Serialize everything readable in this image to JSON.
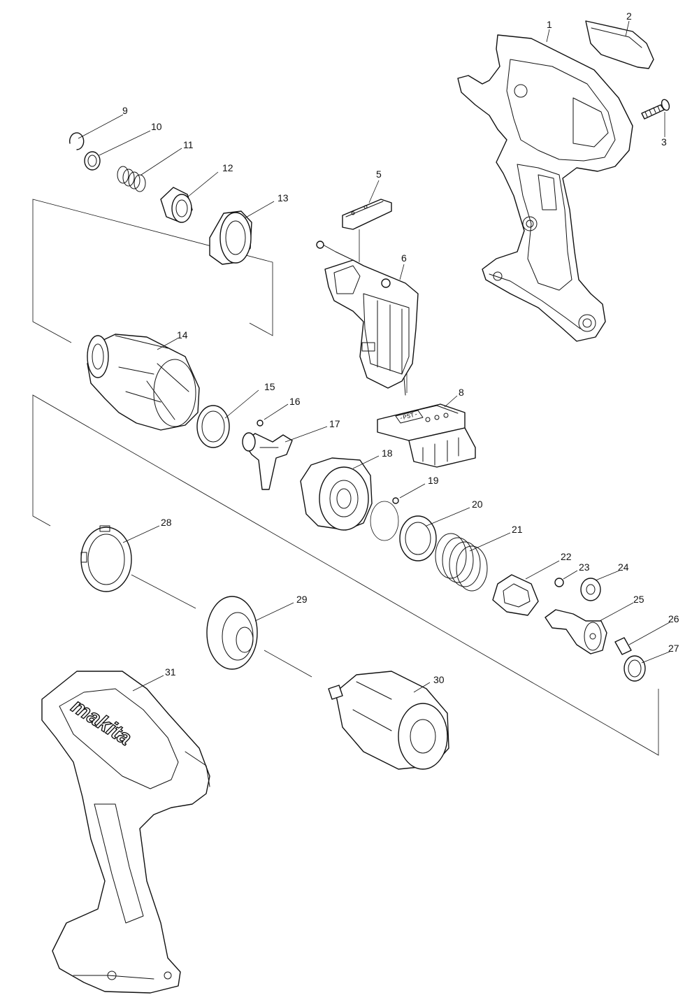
{
  "diagram": {
    "brand_text": "makita",
    "lcd_text": "-PST-",
    "callouts": [
      {
        "id": "p1",
        "label": "1"
      },
      {
        "id": "p2",
        "label": "2"
      },
      {
        "id": "p3",
        "label": "3"
      },
      {
        "id": "p5",
        "label": "5"
      },
      {
        "id": "p6",
        "label": "6"
      },
      {
        "id": "p8",
        "label": "8"
      },
      {
        "id": "p9",
        "label": "9"
      },
      {
        "id": "p10",
        "label": "10"
      },
      {
        "id": "p11",
        "label": "11"
      },
      {
        "id": "p12",
        "label": "12"
      },
      {
        "id": "p13",
        "label": "13"
      },
      {
        "id": "p14",
        "label": "14"
      },
      {
        "id": "p15",
        "label": "15"
      },
      {
        "id": "p16",
        "label": "16"
      },
      {
        "id": "p17",
        "label": "17"
      },
      {
        "id": "p18",
        "label": "18"
      },
      {
        "id": "p19",
        "label": "19"
      },
      {
        "id": "p20",
        "label": "20"
      },
      {
        "id": "p21",
        "label": "21"
      },
      {
        "id": "p22",
        "label": "22"
      },
      {
        "id": "p23",
        "label": "23"
      },
      {
        "id": "p24",
        "label": "24"
      },
      {
        "id": "p25",
        "label": "25"
      },
      {
        "id": "p26",
        "label": "26"
      },
      {
        "id": "p27",
        "label": "27"
      },
      {
        "id": "p28",
        "label": "28"
      },
      {
        "id": "p29",
        "label": "29"
      },
      {
        "id": "p30",
        "label": "30"
      },
      {
        "id": "p31",
        "label": "31"
      }
    ]
  }
}
